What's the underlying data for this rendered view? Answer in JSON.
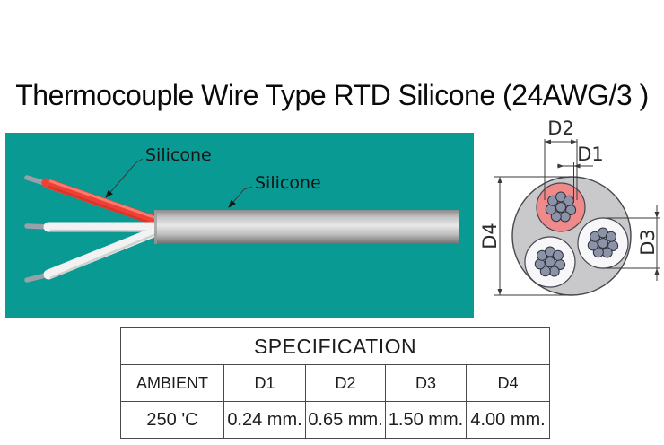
{
  "page": {
    "title": "Thermocouple Wire Type RTD Silicone (24AWG/3 )"
  },
  "cable_diagram": {
    "inner_label": "Silicone",
    "outer_label": "Silicone"
  },
  "cross_section": {
    "d1_label": "D1",
    "d2_label": "D2",
    "d3_label": "D3",
    "d4_label": "D4"
  },
  "spec_table": {
    "title": "SPECIFICATION",
    "headers": [
      "AMBIENT",
      "D1",
      "D2",
      "D3",
      "D4"
    ],
    "values": [
      "250 'C",
      "0.24 mm.",
      "0.65 mm.",
      "1.50 mm.",
      "4.00 mm."
    ]
  },
  "colors": {
    "diagram_background": "#0a9a94",
    "red_wire": "#ee4034",
    "white_wire": "#f2f2f2",
    "bare_conductor": "#99a0a8",
    "jacket_gray": "#c9c9cb",
    "red_conductor": "#f08a8a",
    "white_conductor": "#f7f7f9",
    "strand_gray": "#8d93a7"
  }
}
